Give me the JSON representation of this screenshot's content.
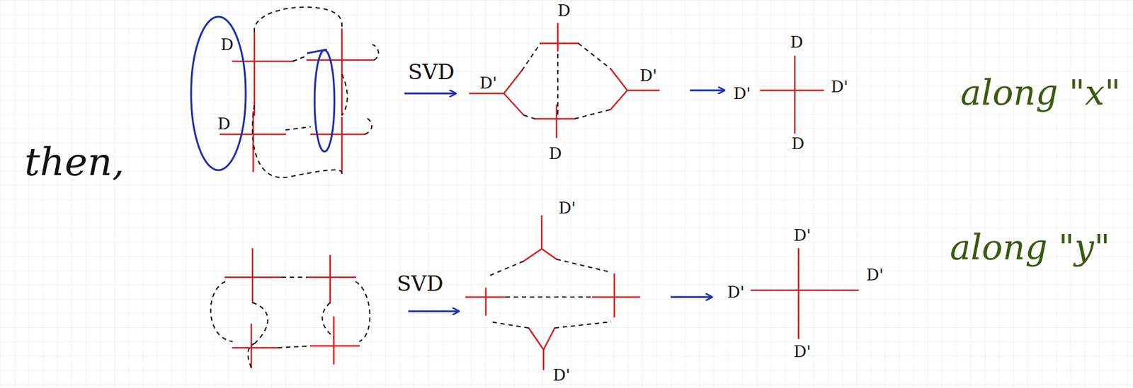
{
  "diagram": {
    "labels": [
      "D",
      "D",
      "SVD",
      "D",
      "D'",
      "D'",
      "D",
      "D",
      "D'",
      "D'",
      "D",
      "along \"x\"",
      "then,",
      "SVD",
      "D'",
      "D'",
      "D'",
      "D'",
      "D'",
      "D'",
      "along \"y\""
    ]
  }
}
